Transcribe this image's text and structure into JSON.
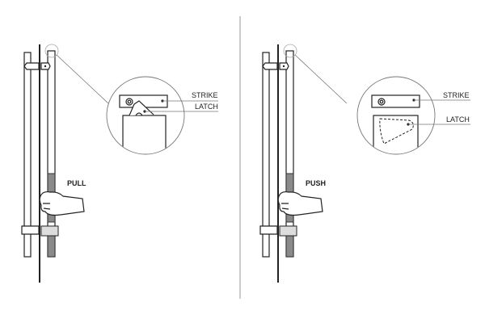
{
  "panels": [
    {
      "action": "PULL",
      "strike_label": "STRIKE",
      "latch_label": "LATCH",
      "state": "latch-engaged"
    },
    {
      "action": "PUSH",
      "strike_label": "STRIKE",
      "latch_label": "LATCH",
      "state": "latch-retracted"
    }
  ],
  "colors": {
    "line": "#222222",
    "grip": "#8a8a8a",
    "divider": "#999999"
  }
}
